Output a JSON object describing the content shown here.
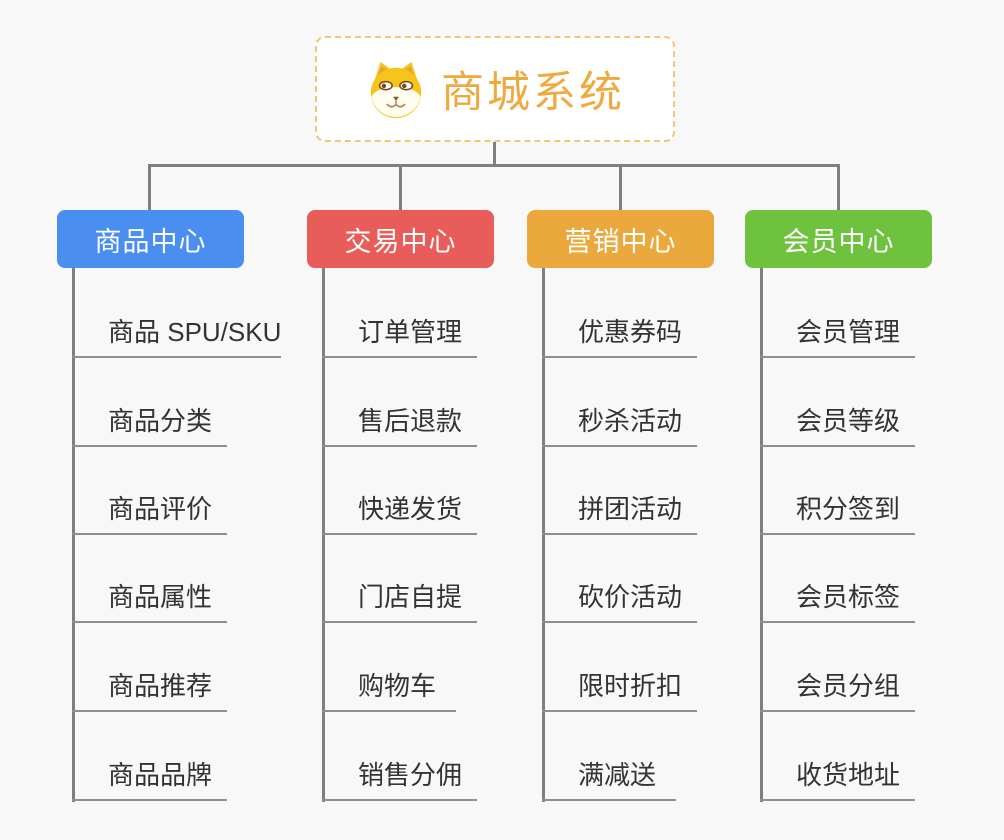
{
  "root": {
    "title": "商城系统",
    "title_color": "#EFA93D",
    "border_color": "#F3C577",
    "icon": "dog-icon"
  },
  "connector_color": "#7F7F7F",
  "underline_color": "#8F8F8F",
  "branches": [
    {
      "label": "商品中心",
      "color": "#4A8FEF",
      "items": [
        "商品 SPU/SKU",
        "商品分类",
        "商品评价",
        "商品属性",
        "商品推荐",
        "商品品牌"
      ]
    },
    {
      "label": "交易中心",
      "color": "#E85C5A",
      "items": [
        "订单管理",
        "售后退款",
        "快递发货",
        "门店自提",
        "购物车",
        "销售分佣"
      ]
    },
    {
      "label": "营销中心",
      "color": "#EBA93D",
      "items": [
        "优惠券码",
        "秒杀活动",
        "拼团活动",
        "砍价活动",
        "限时折扣",
        "满减送"
      ]
    },
    {
      "label": "会员中心",
      "color": "#6FC23D",
      "items": [
        "会员管理",
        "会员等级",
        "积分签到",
        "会员标签",
        "会员分组",
        "收货地址"
      ]
    }
  ]
}
